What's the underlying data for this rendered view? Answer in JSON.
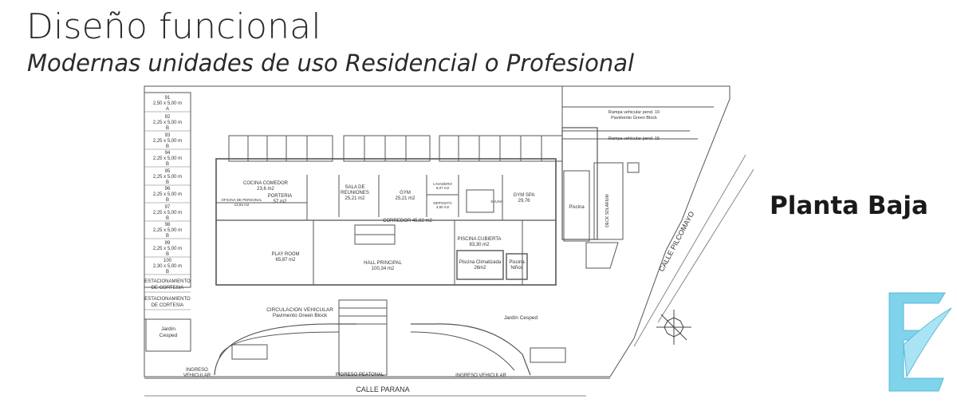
{
  "header": {
    "title": "Diseño funcional",
    "subtitle": "Modernas unidades de uso Residencial o Profesional"
  },
  "plan_title": "Planta Baja",
  "parking": [
    {
      "num": "91",
      "size": "2,50 x 5,00 m",
      "type": "A"
    },
    {
      "num": "92",
      "size": "2,25 x 5,00 m",
      "type": "B"
    },
    {
      "num": "93",
      "size": "2,25 x 5,00 m",
      "type": "B"
    },
    {
      "num": "94",
      "size": "2,25 x 5,00 m",
      "type": "B"
    },
    {
      "num": "95",
      "size": "2,25 x 5,00 m",
      "type": "B"
    },
    {
      "num": "96",
      "size": "2,25 x 5,00 m",
      "type": "B"
    },
    {
      "num": "97",
      "size": "2,25 x 5,00 m",
      "type": "B"
    },
    {
      "num": "98",
      "size": "2,25 x 5,00 m",
      "type": "B"
    },
    {
      "num": "99",
      "size": "2,25 x 5,00 m",
      "type": "B"
    },
    {
      "num": "100",
      "size": "2,30 x 5,00 m",
      "type": "B"
    }
  ],
  "courtesy_parking": [
    {
      "line1": "ESTACIONAMIENTO",
      "line2": "DE CORTESIA"
    },
    {
      "line1": "ESTACIONAMIENTO",
      "line2": "DE CORTESIA"
    }
  ],
  "rooms": {
    "cocina": {
      "name": "COCINA COMEDOR",
      "area": "23,6 m2"
    },
    "porteria": {
      "name": "PORTERIA",
      "area": "57 m2"
    },
    "oficina": {
      "name": "OFICINA DE PERSONAL",
      "area": "13,94 m2"
    },
    "sala": {
      "name1": "SALA DE",
      "name2": "REUNIONES",
      "area": "25,21 m2"
    },
    "gym": {
      "name": "GYM",
      "area": "25,21 m2"
    },
    "gymspa": {
      "name": "GYM SPA",
      "area": "29,76"
    },
    "corredor": {
      "name": "CORREDOR 45,82 m2"
    },
    "playroom": {
      "name": "PLAY ROOM",
      "area": "65,87 m2"
    },
    "hall": {
      "name": "HALL PRINCIPAL",
      "area": "100,34 m2"
    },
    "piscina_cubierta": {
      "name": "PISCINA CUBIERTA",
      "area": "83,30 m2"
    },
    "piscina_clim": {
      "name": "Piscina Climatizada",
      "area": "26m2"
    },
    "piscina_ninos": {
      "name1": "Piscina",
      "name2": "Niños"
    },
    "piscina_ext": {
      "name": "Piscina"
    },
    "deck": {
      "name": "DECK SOLARIUM"
    },
    "lavadero": {
      "name": "LAVADERO",
      "area": "8,07 m2"
    },
    "deposito": {
      "name": "DEPOSITO",
      "area": "3,90 m2"
    },
    "sauna": {
      "name": "SAUNA"
    }
  },
  "exterior": {
    "circulacion": "CIRCULACION VEHICULAR",
    "pavimento": "Pavimento Green Block",
    "jardin_left1": "Jardín",
    "jardin_left2": "Cesped",
    "jardin_right": "Jardín Cesped",
    "ingreso_peatonal": "INGRESO PEATONAL",
    "ingreso_vehicular_1": "INGRESO",
    "ingreso_vehicular_2": "VEHICULAR",
    "ingreso_vehicular_right": "INGRESO VEHICULAR",
    "calle_parana": "CALLE PARANA",
    "calle_pilcomayo": "CALLE PILCOMAYO",
    "rampa1": "Rampa vehicular pend. 10",
    "rampa1_pav": "Pavimento Green Block",
    "rampa2": "Rampa vehicular pend. 15"
  }
}
